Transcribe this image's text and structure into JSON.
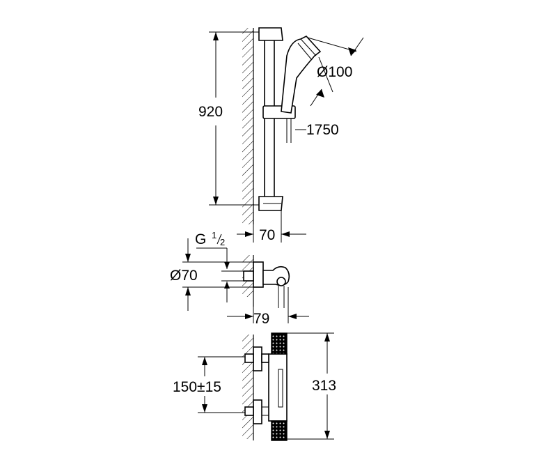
{
  "dimensions": {
    "rail_height": "920",
    "head_diameter": "Ø100",
    "hose_length": "1750",
    "wall_offset": "70",
    "thread_letter": "G",
    "thread_num": "1",
    "thread_den": "2",
    "escutcheon_diameter": "Ø70",
    "mixer_depth": "79",
    "inlet_spacing": "150±15",
    "mixer_height": "313"
  },
  "colors": {
    "line": "#000000",
    "background": "#ffffff"
  }
}
